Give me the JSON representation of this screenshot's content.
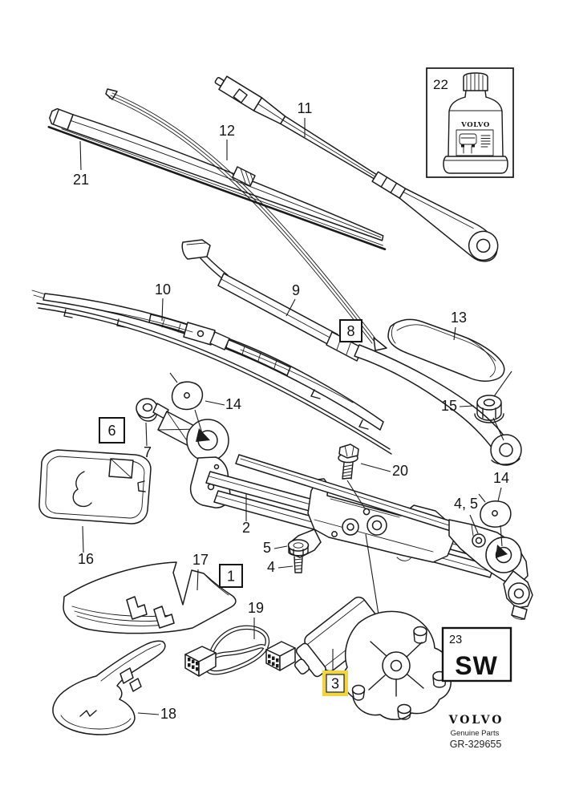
{
  "diagram": {
    "colors": {
      "highlight": "#F0D53C",
      "line": "#1B1B1B"
    },
    "labels": {
      "p1": "1",
      "p2": "2",
      "p3": "3",
      "p4": "4",
      "p5": "5",
      "p4_5": "4, 5",
      "p6": "6",
      "p7": "7",
      "p8": "8",
      "p9": "9",
      "p10": "10",
      "p11": "11",
      "p12": "12",
      "p13": "13",
      "p14_left": "14",
      "p14_right": "14",
      "p15": "15",
      "p16": "16",
      "p17": "17",
      "p18": "18",
      "p19": "19",
      "p20": "20",
      "p21": "21",
      "p22": "22",
      "p23": "23"
    },
    "ref_code": "SW",
    "bottle_brand": "VOLVO"
  },
  "footer": {
    "brand": "VOLVO",
    "tagline": "Genuine Parts",
    "drawing_number": "GR-329655"
  }
}
